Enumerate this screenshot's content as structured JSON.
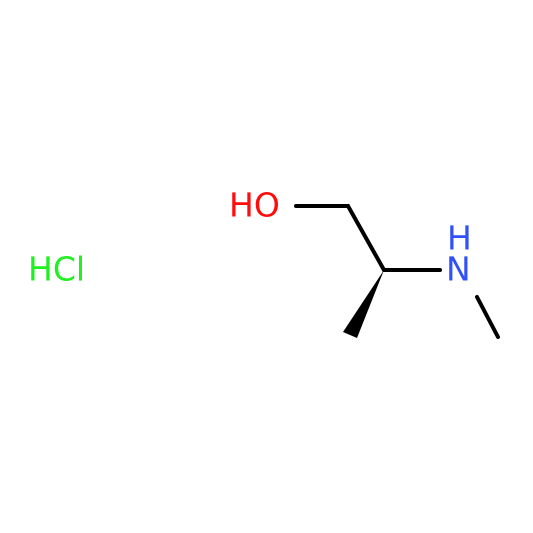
{
  "molecule": {
    "atoms": {
      "hydroxyl": {
        "text": "HO",
        "color": "#ff0d0d"
      },
      "amine_h": {
        "text": "H",
        "color": "#3050f8"
      },
      "amine_n": {
        "text": "N",
        "color": "#3050f8"
      },
      "salt": {
        "text": "HCl",
        "color": "#1ff01f"
      }
    },
    "bond_color": "#000000"
  }
}
